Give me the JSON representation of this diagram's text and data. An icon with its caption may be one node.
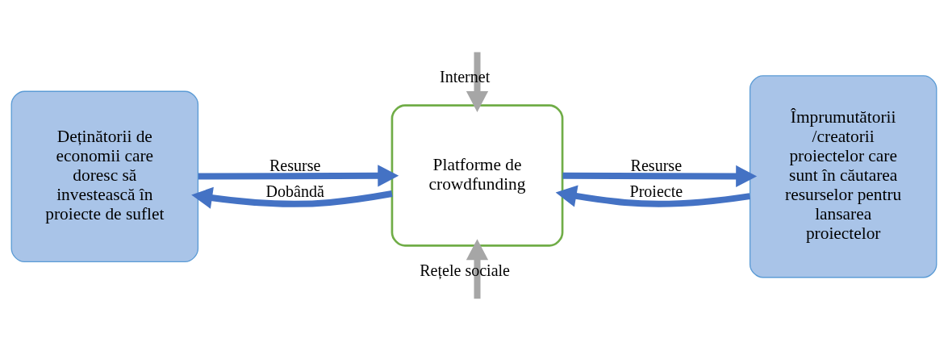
{
  "diagram": {
    "nodes": [
      {
        "text": [
          "Deținătorii de economii care doresc să investească în proiecte de suflet"
        ]
      },
      {
        "text": [
          "Platforme de crowdfunding"
        ]
      },
      {
        "text": [
          "Împrumutătorii /creatorii proiectelor care sunt în căutarea resurselor pentru lansarea proiectelor"
        ]
      }
    ],
    "edges": [
      {
        "from": 1,
        "to": 0,
        "arrow": "to",
        "label": "Dobândă"
      },
      {
        "from": 0,
        "to": 1,
        "arrow": "to",
        "label": "Resurse"
      },
      {
        "from": 2,
        "to": 1,
        "arrow": "to",
        "label": "Proiecte"
      },
      {
        "from": 1,
        "to": 2,
        "arrow": "to",
        "label": "Resurse"
      },
      {
        "from": null,
        "to": 1,
        "arrow": "to",
        "label": "Internet",
        "color": "#a6a6a6"
      },
      {
        "to": 1,
        "from": null,
        "arrow": "to",
        "label": "Rețele sociale",
        "color": "#a6a6a6"
      }
    ]
  }
}
